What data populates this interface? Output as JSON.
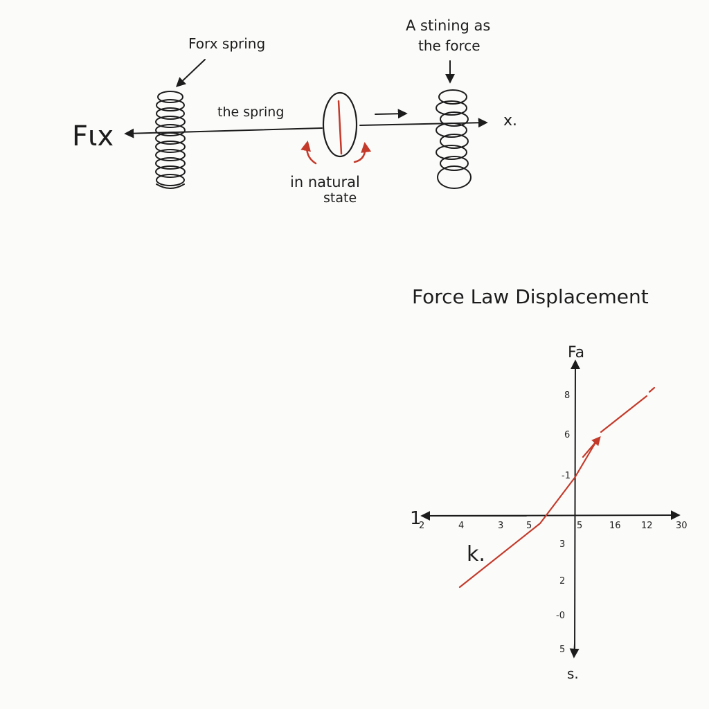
{
  "spring_diagram": {
    "label_left": "Fιx",
    "label_top_left": "Forx spring",
    "label_top_right_line1": "A stining as",
    "label_top_right_line2": "the force",
    "label_middle": "the spring",
    "label_right_axis": "x.",
    "label_bottom_line1": "in natural",
    "label_bottom_line2": "state",
    "colors": {
      "ink": "#1c1c1c",
      "accent": "#c43a2a"
    }
  },
  "graph": {
    "title": "Force Law Displacement",
    "y_axis_label": "Fa",
    "bottom_axis_label": "s.",
    "left_axis_label": "1",
    "line_label": "k.",
    "x_tick_labels": [
      "2",
      "4",
      "3",
      "5",
      "5",
      "16",
      "12",
      "30"
    ],
    "y_tick_labels_upper": [
      "8",
      "6",
      "-1"
    ],
    "y_tick_labels_lower": [
      "3",
      "2",
      "-0",
      "5"
    ],
    "line_color": "#c43a2a"
  }
}
